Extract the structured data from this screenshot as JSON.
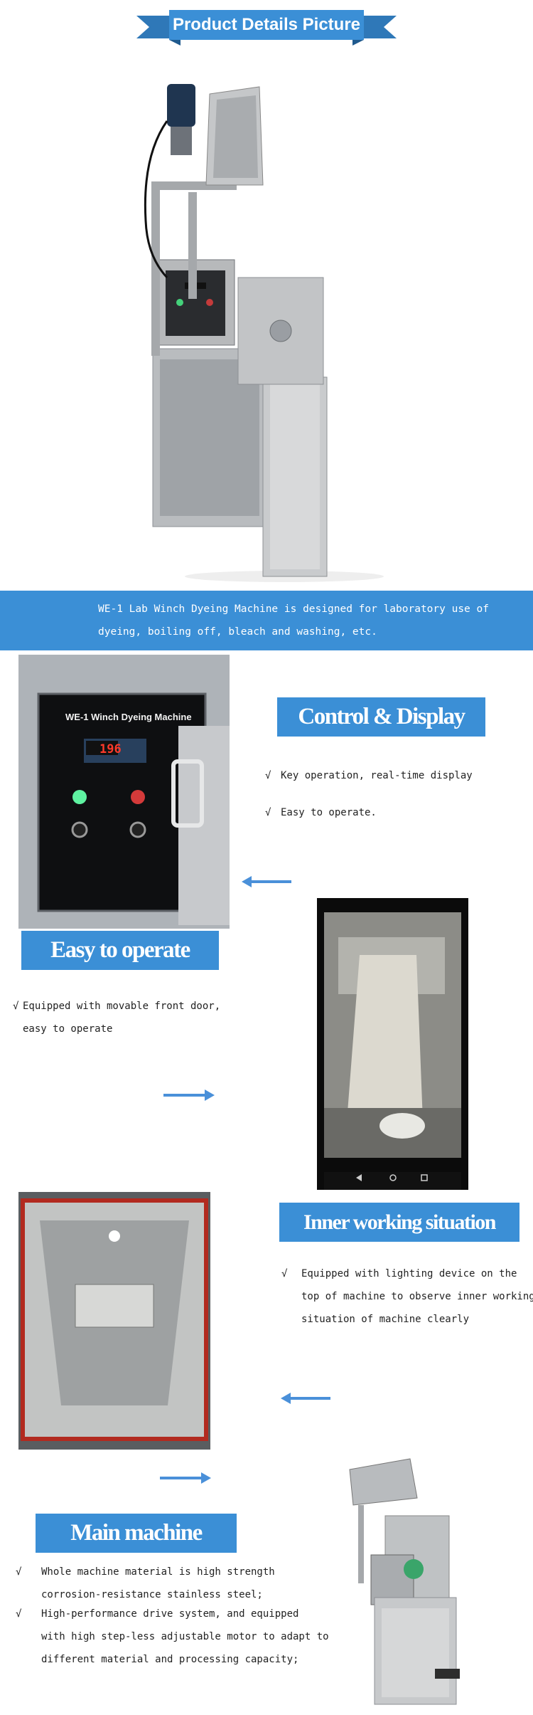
{
  "header": {
    "title": "Product Details Picture"
  },
  "intro": {
    "lines": [
      "WE-1 Lab Winch Dyeing Machine is designed for laboratory use of",
      "dyeing, boiling off, bleach and washing, etc."
    ]
  },
  "panel_label": "WE-1  Winch Dyeing Machine",
  "panel_display": "196",
  "sections": {
    "control": {
      "heading": "Control & Display",
      "items": [
        "Key operation, real-time display",
        "Easy to operate."
      ]
    },
    "easy": {
      "heading": "Easy to operate",
      "lines": [
        "Equipped with movable front door,",
        "easy to operate"
      ]
    },
    "inner": {
      "heading": "Inner working situation",
      "lines": [
        "Equipped with lighting device on the",
        "top of machine to observe inner working",
        "situation of machine clearly"
      ]
    },
    "main": {
      "heading": "Main machine",
      "item1": [
        "Whole machine material is high strength",
        "corrosion-resistance stainless steel;"
      ],
      "item2": [
        "High-performance drive system, and equipped",
        "with high step-less adjustable motor to adapt to",
        "different material and processing capacity;"
      ]
    }
  },
  "check_mark": "√",
  "colors": {
    "accent": "#3b8fd6",
    "arrow": "#4a90d9"
  }
}
